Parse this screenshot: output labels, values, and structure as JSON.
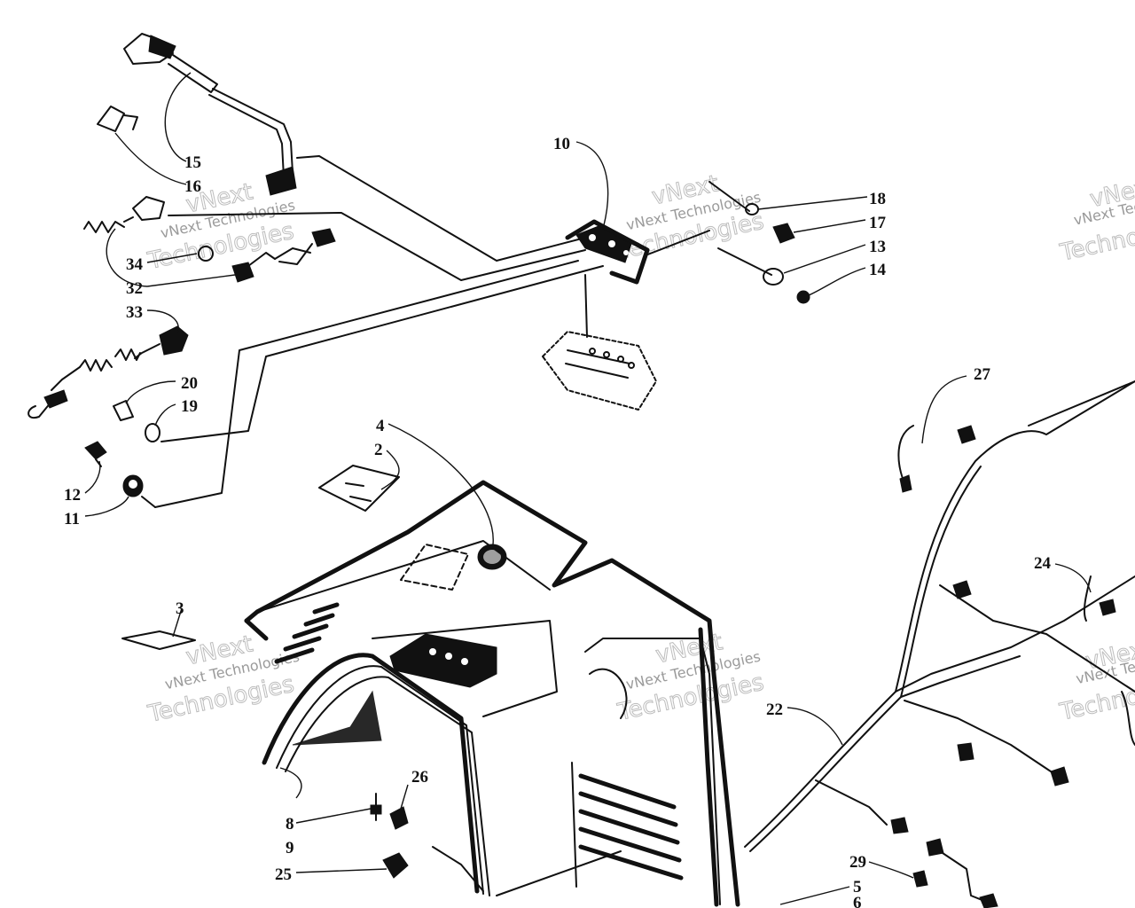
{
  "watermarks": [
    {
      "line1": "vNext",
      "line2": "vNext Technologies",
      "line3": "Technologies"
    },
    {
      "line1": "vNext",
      "line2": "vNext Technologies",
      "line3": "Technologies"
    },
    {
      "line1": "vNext",
      "line2": "vNext Technologies",
      "line3": "Technologies"
    },
    {
      "line1": "vNext",
      "line2": "vNext Technologies",
      "line3": "Technologies"
    },
    {
      "line1": "vNext",
      "line2": "vNext Technologies",
      "line3": "Technologies"
    },
    {
      "line1": "vNext",
      "line2": "vNext Technologies",
      "line3": "Technologies"
    }
  ],
  "callouts": [
    {
      "id": "15",
      "text": "15"
    },
    {
      "id": "16",
      "text": "16"
    },
    {
      "id": "10",
      "text": "10"
    },
    {
      "id": "18",
      "text": "18"
    },
    {
      "id": "17",
      "text": "17"
    },
    {
      "id": "13",
      "text": "13"
    },
    {
      "id": "14",
      "text": "14"
    },
    {
      "id": "34",
      "text": "34"
    },
    {
      "id": "32",
      "text": "32"
    },
    {
      "id": "33",
      "text": "33"
    },
    {
      "id": "20",
      "text": "20"
    },
    {
      "id": "19",
      "text": "19"
    },
    {
      "id": "12",
      "text": "12"
    },
    {
      "id": "11",
      "text": "11"
    },
    {
      "id": "4",
      "text": "4"
    },
    {
      "id": "2",
      "text": "2"
    },
    {
      "id": "27",
      "text": "27"
    },
    {
      "id": "24",
      "text": "24"
    },
    {
      "id": "3",
      "text": "3"
    },
    {
      "id": "22",
      "text": "22"
    },
    {
      "id": "26",
      "text": "26"
    },
    {
      "id": "8",
      "text": "8"
    },
    {
      "id": "9",
      "text": "9"
    },
    {
      "id": "25",
      "text": "25"
    },
    {
      "id": "29",
      "text": "29"
    },
    {
      "id": "5",
      "text": "5"
    },
    {
      "id": "6",
      "text": "6"
    }
  ]
}
